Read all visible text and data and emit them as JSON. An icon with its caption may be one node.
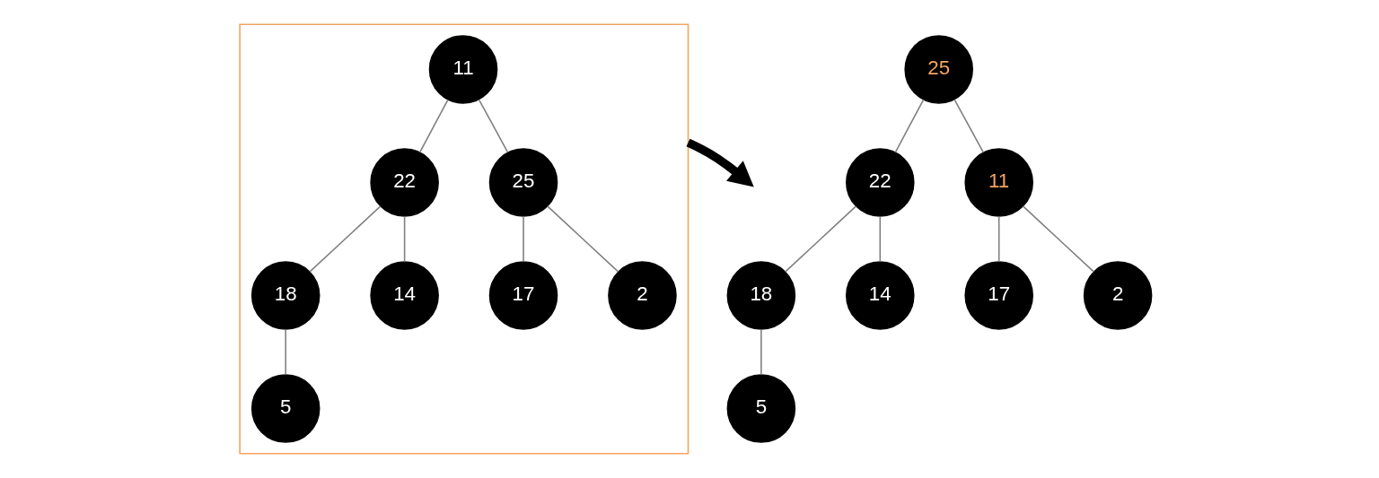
{
  "diagram": {
    "nodes": [
      {
        "text": [],
        "shape": "box"
      },
      {
        "text": [
          "11"
        ],
        "in": 0
      },
      {
        "text": [
          "22"
        ],
        "in": 0
      },
      {
        "text": [
          "25"
        ],
        "in": 0
      },
      {
        "text": [
          "18"
        ],
        "in": 0
      },
      {
        "text": [
          "14"
        ],
        "in": 0
      },
      {
        "text": [
          "17"
        ],
        "in": 0
      },
      {
        "text": [
          "2"
        ],
        "in": 0
      },
      {
        "text": [
          "5"
        ],
        "in": 0
      },
      {
        "text": [
          "25"
        ]
      },
      {
        "text": [
          "22"
        ]
      },
      {
        "text": [
          "11"
        ]
      },
      {
        "text": [
          "18"
        ]
      },
      {
        "text": [
          "14"
        ]
      },
      {
        "text": [
          "17"
        ]
      },
      {
        "text": [
          "2"
        ]
      },
      {
        "text": [
          "5"
        ]
      }
    ],
    "edges": [
      {
        "from": 1,
        "to": 2,
        "arrow": "none"
      },
      {
        "from": 1,
        "to": 3,
        "arrow": "none"
      },
      {
        "from": 2,
        "to": 4,
        "arrow": "none"
      },
      {
        "from": 2,
        "to": 5,
        "arrow": "none"
      },
      {
        "from": 3,
        "to": 6,
        "arrow": "none"
      },
      {
        "from": 3,
        "to": 7,
        "arrow": "none"
      },
      {
        "from": 4,
        "to": 8,
        "arrow": "none"
      },
      {
        "from": 0,
        "to": null,
        "arrow": "to",
        "style": "thick",
        "color": "#000000"
      },
      {
        "from": 9,
        "to": 10,
        "arrow": "none"
      },
      {
        "from": 9,
        "to": 11,
        "arrow": "none"
      },
      {
        "from": 10,
        "to": 12,
        "arrow": "none"
      },
      {
        "from": 10,
        "to": 13,
        "arrow": "none"
      },
      {
        "from": 11,
        "to": 14,
        "arrow": "none"
      },
      {
        "from": 11,
        "to": 15,
        "arrow": "none"
      },
      {
        "from": 12,
        "to": 16,
        "arrow": "none"
      }
    ]
  }
}
